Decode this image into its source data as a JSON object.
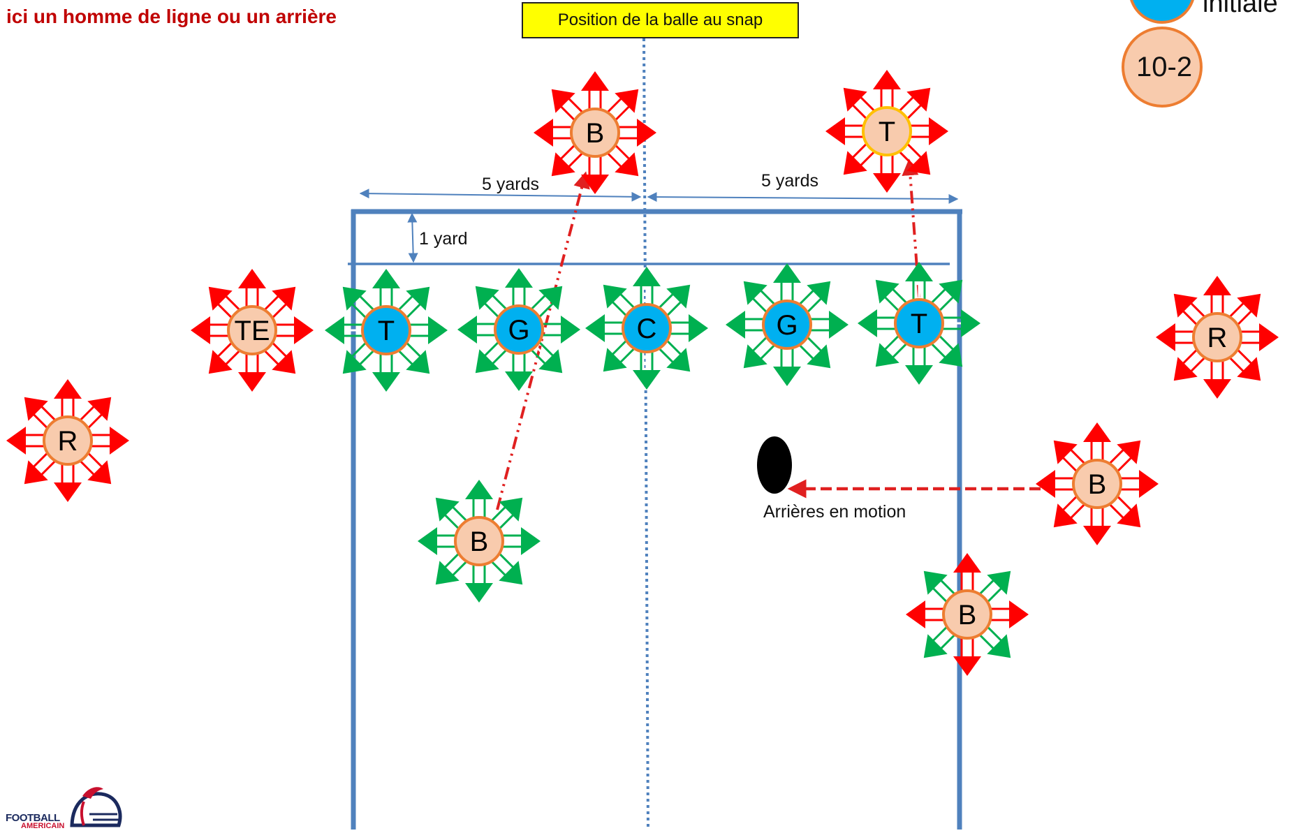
{
  "header": {
    "title": "ici un homme de ligne ou un arrière",
    "snap_label": "Position de la balle au snap"
  },
  "measures": {
    "left_width": "5 yards",
    "right_width": "5 yards",
    "depth": "1 yard"
  },
  "motion_label": "Arrières en motion",
  "legend": {
    "initial_text": "initiale",
    "number_example": "10-2"
  },
  "logo": {
    "line1": "FOOTBALL",
    "line2": "AMERICAIN"
  },
  "players": [
    {
      "id": "B-top",
      "label": "B",
      "fill": "#f8cbad",
      "border": "#ed7d31",
      "arrows": "red"
    },
    {
      "id": "T-top",
      "label": "T",
      "fill": "#f8cbad",
      "border": "#ffc000",
      "arrows": "red"
    },
    {
      "id": "TE",
      "label": "TE",
      "fill": "#f8cbad",
      "border": "#ed7d31",
      "arrows": "red"
    },
    {
      "id": "T-left",
      "label": "T",
      "fill": "#00b0f0",
      "border": "#ed7d31",
      "arrows": "green"
    },
    {
      "id": "G-left",
      "label": "G",
      "fill": "#00b0f0",
      "border": "#ed7d31",
      "arrows": "green"
    },
    {
      "id": "C",
      "label": "C",
      "fill": "#00b0f0",
      "border": "#ed7d31",
      "arrows": "green"
    },
    {
      "id": "G-right",
      "label": "G",
      "fill": "#00b0f0",
      "border": "#ed7d31",
      "arrows": "green"
    },
    {
      "id": "T-right",
      "label": "T",
      "fill": "#00b0f0",
      "border": "#ed7d31",
      "arrows": "green"
    },
    {
      "id": "R-right",
      "label": "R",
      "fill": "#f8cbad",
      "border": "#ed7d31",
      "arrows": "red"
    },
    {
      "id": "R-left",
      "label": "R",
      "fill": "#f8cbad",
      "border": "#ed7d31",
      "arrows": "red"
    },
    {
      "id": "B-bottom",
      "label": "B",
      "fill": "#f8cbad",
      "border": "#ed7d31",
      "arrows": "green"
    },
    {
      "id": "B-motion",
      "label": "B",
      "fill": "#f8cbad",
      "border": "#ed7d31",
      "arrows": "red"
    },
    {
      "id": "B-wide",
      "label": "B",
      "fill": "#f8cbad",
      "border": "#ed7d31",
      "arrows": "mixed"
    }
  ],
  "colors": {
    "field_line": "#4f81bd",
    "red_arrow": "#ff0000",
    "green_arrow": "#00b050",
    "motion_line": "#e02020",
    "lineman_fill": "#00b0f0",
    "back_fill": "#f8cbad",
    "ring": "#ed7d31"
  }
}
